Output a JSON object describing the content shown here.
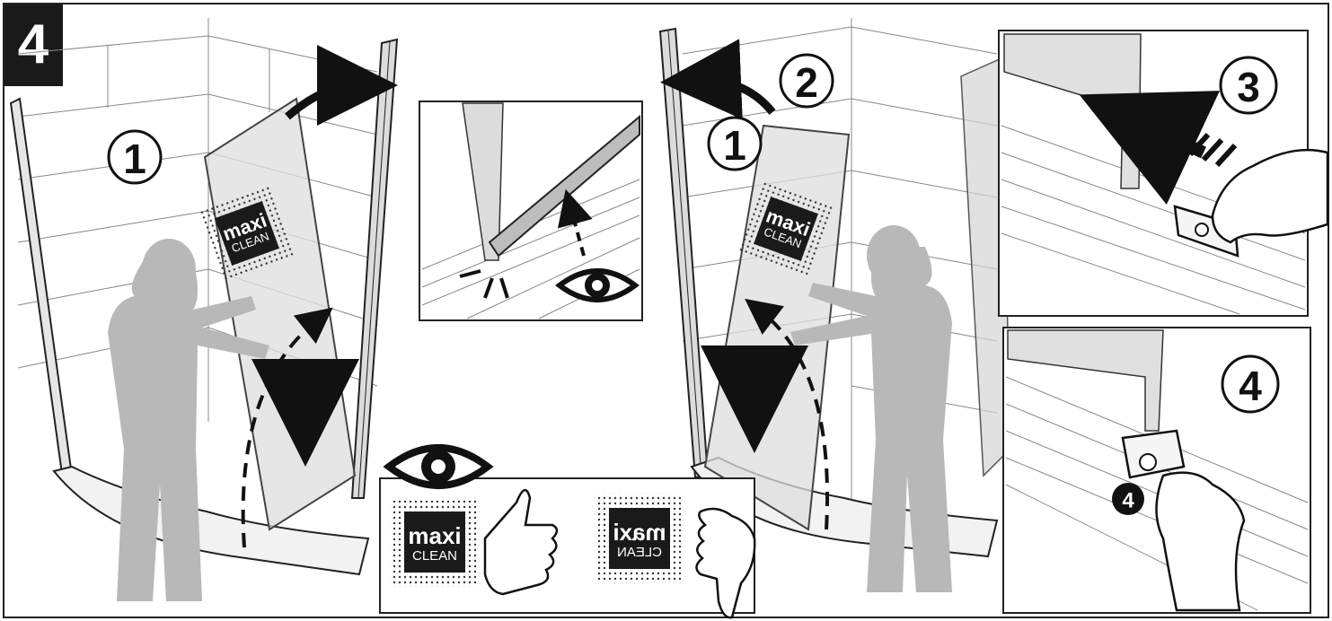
{
  "step_number": "4",
  "sub_steps": {
    "left_one": "1",
    "mid_one": "1",
    "mid_two": "2",
    "detail_three": "3",
    "detail_four": "4",
    "small_four": "4"
  },
  "logo": {
    "line1": "maxi",
    "line2": "CLEAN"
  },
  "icons": [
    "eye-icon",
    "thumbs-up-icon",
    "thumbs-down-icon",
    "curved-arrow-icon",
    "down-arrow-icon",
    "push-arrow-icon"
  ],
  "colors": {
    "line": "#222222",
    "person": "#b8b8b8",
    "glass": "#dedede",
    "badge": "#1a1a1a"
  }
}
